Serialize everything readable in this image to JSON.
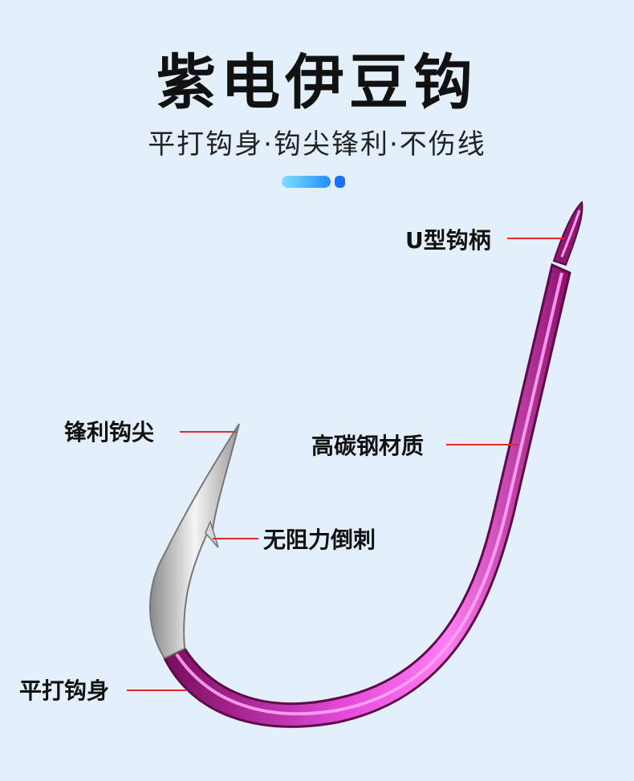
{
  "header": {
    "title": "紫电伊豆钩",
    "subtitle": "平打钩身·钩尖锋利·不伤线"
  },
  "colors": {
    "background": "#e3f0fb",
    "hook_body": "#e03ad6",
    "hook_tip": "#c9c9c9",
    "leader_line": "#e02a2a",
    "accent": "#1a6fff"
  },
  "labels": {
    "shank": "U型钩柄",
    "point": "锋利钩尖",
    "material": "高碳钢材质",
    "barb": "无阻力倒刺",
    "body": "平打钩身"
  }
}
